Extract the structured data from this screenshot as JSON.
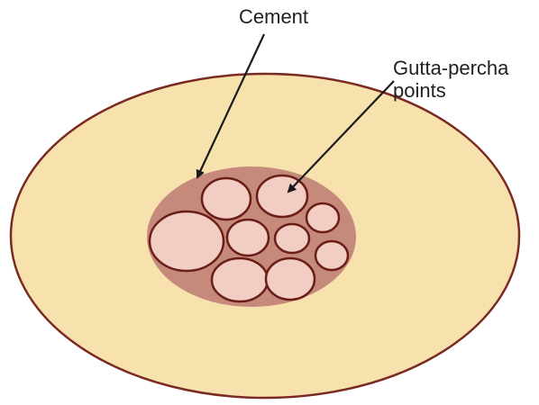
{
  "labels": {
    "cement": "Cement",
    "gutta_percha_line1": "Gutta-percha",
    "gutta_percha_line2": "points"
  },
  "colors": {
    "outer_fill": "#f7e2ad",
    "outer_stroke": "#7a2a22",
    "cement_fill": "#c68a7c",
    "point_fill": "#f1cdc4",
    "point_stroke": "#6b1d17",
    "arrow": "#1a1a1a",
    "text": "#222222"
  }
}
